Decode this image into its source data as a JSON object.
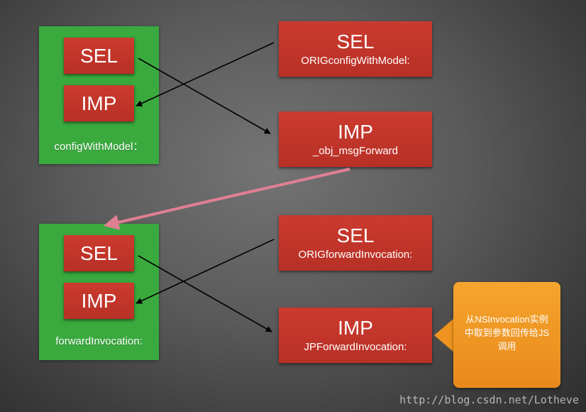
{
  "groups": [
    {
      "caption": "configWithModel：",
      "sel_label": "SEL",
      "imp_label": "IMP",
      "orig_sel": {
        "title": "SEL",
        "subtitle": "ORIGconfigWithModel:"
      },
      "new_imp": {
        "title": "IMP",
        "subtitle": "_obj_msgForward"
      }
    },
    {
      "caption": "forwardInvocation:",
      "sel_label": "SEL",
      "imp_label": "IMP",
      "orig_sel": {
        "title": "SEL",
        "subtitle": "ORIGforwardInvocation:"
      },
      "new_imp": {
        "title": "IMP",
        "subtitle": "JPForwardInvocation:"
      }
    }
  ],
  "callout": {
    "line1": "从NSInvocation实例",
    "line2": "中取到参数回传给JS",
    "line3": "调用"
  },
  "watermark": "http://blog.csdn.net/Lotheve",
  "colors": {
    "green": "#3aaa3e",
    "red": "#c0352a",
    "orange": "#f0981f",
    "pink_arrow": "#e07f92",
    "black_arrow": "#000000"
  }
}
